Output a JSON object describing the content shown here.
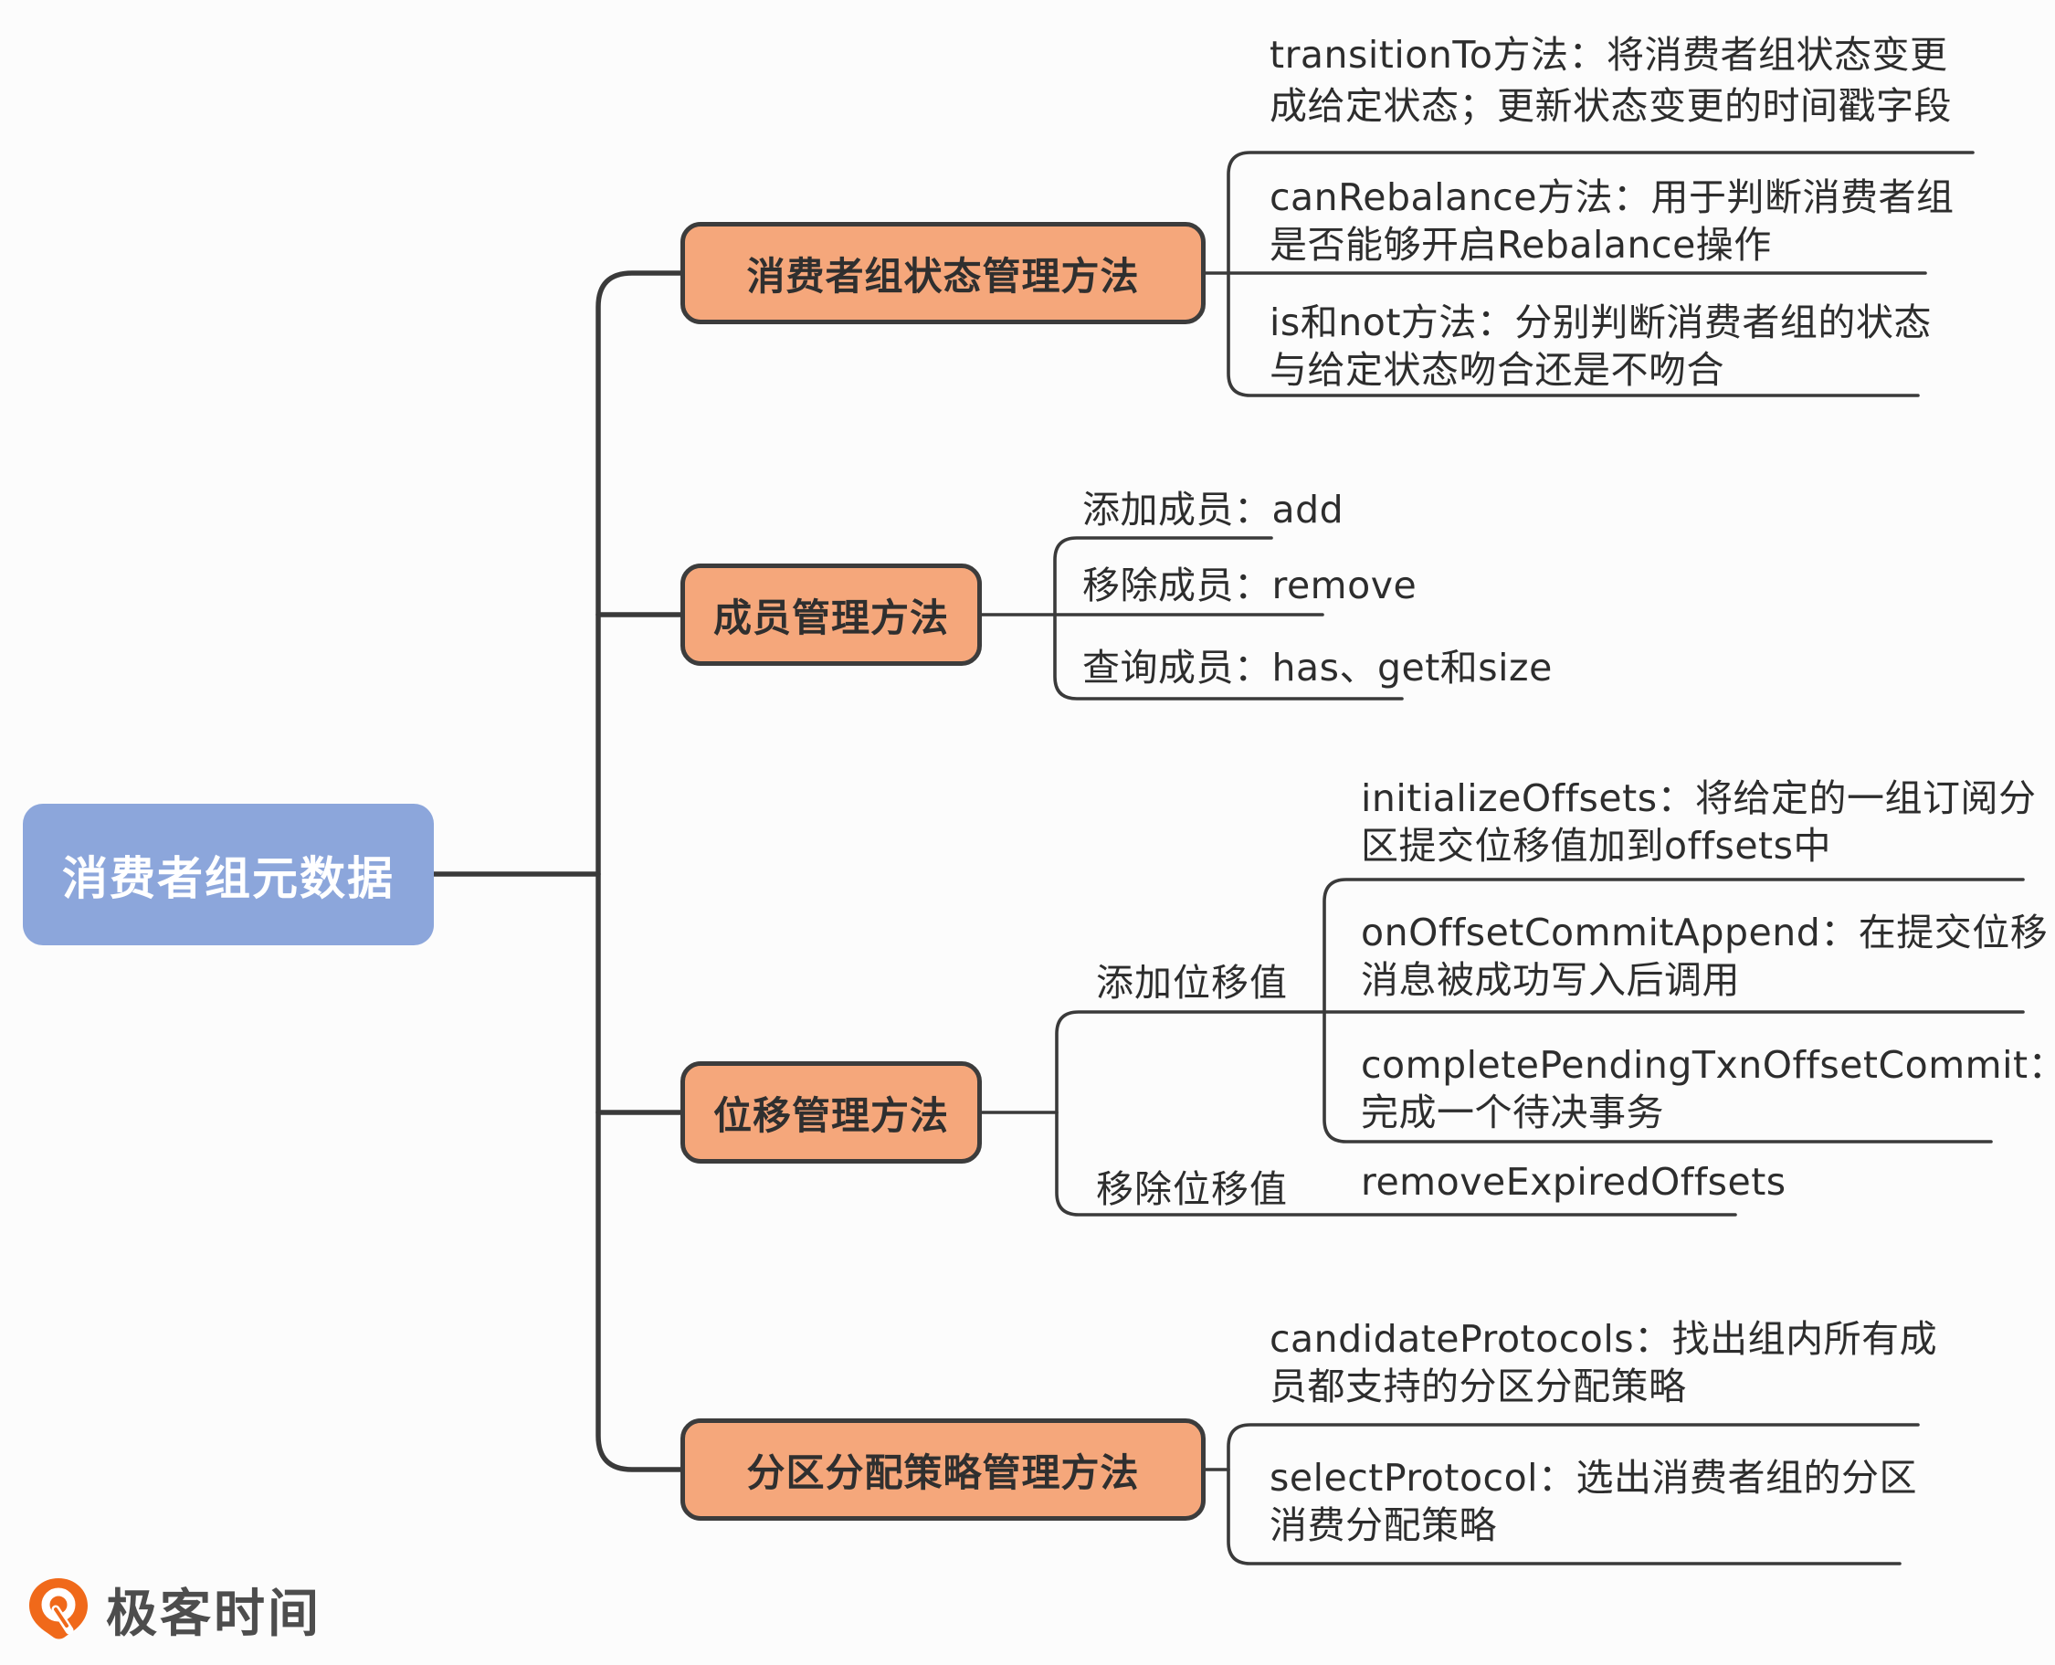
{
  "root": {
    "label": "消费者组元数据"
  },
  "branches": [
    {
      "label": "消费者组状态管理方法",
      "children": [
        {
          "line1": "transitionTo方法：将消费者组状态变更",
          "line2": "成给定状态；更新状态变更的时间戳字段"
        },
        {
          "line1": "canRebalance方法：用于判断消费者组",
          "line2": "是否能够开启Rebalance操作"
        },
        {
          "line1": "is和not方法：分别判断消费者组的状态",
          "line2": "与给定状态吻合还是不吻合"
        }
      ]
    },
    {
      "label": "成员管理方法",
      "children": [
        {
          "line1": "添加成员：add"
        },
        {
          "line1": "移除成员：remove"
        },
        {
          "line1": "查询成员：has、get和size"
        }
      ]
    },
    {
      "label": "位移管理方法",
      "groups": [
        {
          "label": "添加位移值",
          "children": [
            {
              "line1": "initializeOffsets：将给定的一组订阅分",
              "line2": "区提交位移值加到offsets中"
            },
            {
              "line1": "onOffsetCommitAppend：在提交位移",
              "line2": "消息被成功写入后调用"
            },
            {
              "line1": "completePendingTxnOffsetCommit：",
              "line2": "完成一个待决事务"
            }
          ]
        },
        {
          "label": "移除位移值",
          "children": [
            {
              "line1": "removeExpiredOffsets"
            }
          ]
        }
      ]
    },
    {
      "label": "分区分配策略管理方法",
      "children": [
        {
          "line1": "candidateProtocols：找出组内所有成",
          "line2": "员都支持的分区分配策略"
        },
        {
          "line1": "selectProtocol：选出消费者组的分区",
          "line2": "消费分配策略"
        }
      ]
    }
  ],
  "footer": {
    "logo_text": "极客时间"
  },
  "colors": {
    "root_fill": "#8ca6db",
    "branch_fill": "#f5a77b",
    "line": "#3a3a3a",
    "text": "#2d2d2d",
    "logo_orange": "#f0691a"
  }
}
